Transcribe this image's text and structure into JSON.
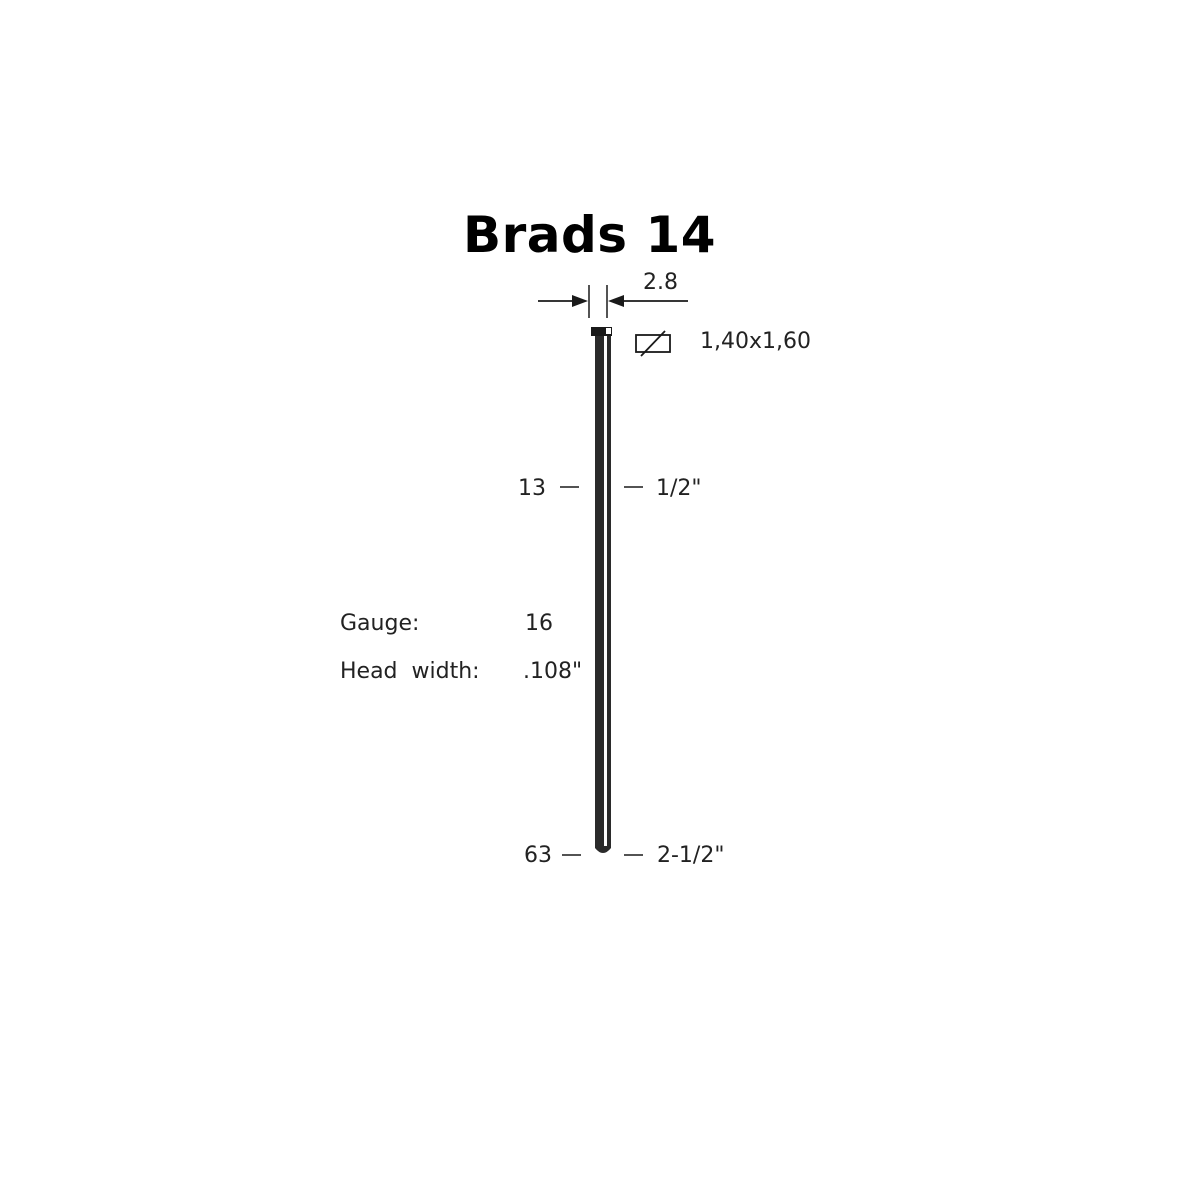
{
  "title": "Brads 14",
  "head_width_mm": "2.8",
  "cross_section": "1,40x1,60",
  "cross_section_icon": "rectangle-slash-icon",
  "lengths": [
    {
      "mm": "13",
      "inch": "1/2\""
    },
    {
      "mm": "63",
      "inch": "2-1/2\""
    }
  ],
  "specs": [
    {
      "label": "Gauge:",
      "value": "16"
    },
    {
      "label": "Head  width:",
      "value": ".108\""
    }
  ],
  "colors": {
    "ink": "#1a1a1a",
    "nail_fill": "#2b2b2b",
    "nail_highlight": "#ffffff"
  }
}
